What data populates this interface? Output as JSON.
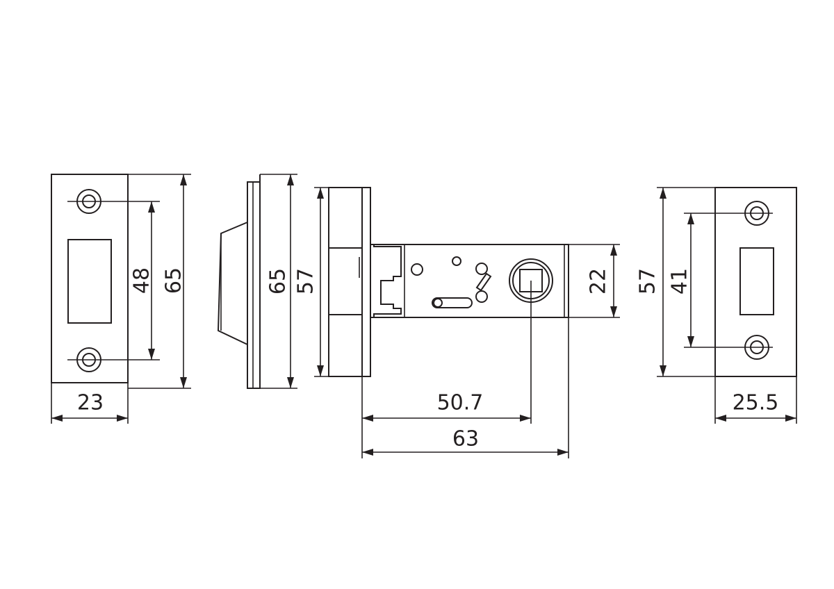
{
  "drawing": {
    "strike_plate": {
      "width": "23",
      "height": "65",
      "hole_spacing": "48"
    },
    "side_profile": {
      "height": "65"
    },
    "latch_body": {
      "faceplate_height": "57",
      "case_height": "22",
      "backset": "50.7",
      "total_length": "63"
    },
    "latch_faceplate": {
      "height": "57",
      "hole_spacing": "41",
      "width": "25.5"
    }
  }
}
